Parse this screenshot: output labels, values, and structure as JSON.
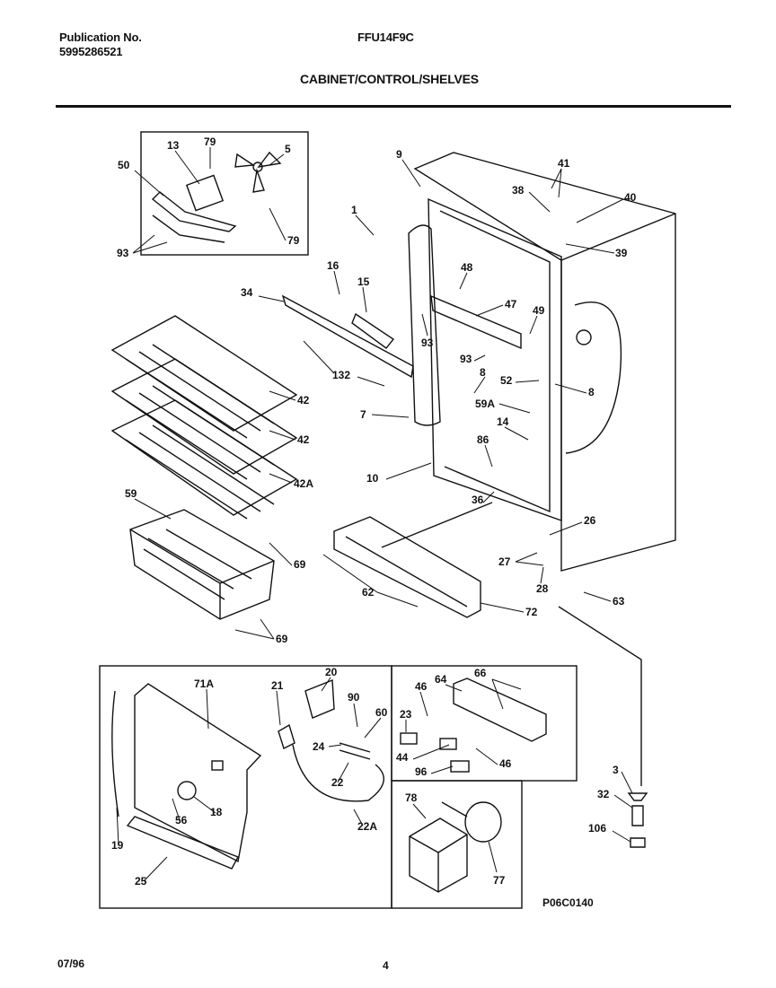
{
  "header": {
    "publication_label": "Publication No.",
    "publication_number": "5995286521",
    "model": "FFU14F9C",
    "section_title": "CABINET/CONTROL/SHELVES"
  },
  "footer": {
    "date": "07/96",
    "page_number": "4",
    "diagram_code": "P06C0140"
  },
  "parts": {
    "p13": "13",
    "p79a": "79",
    "p5": "5",
    "p50": "50",
    "p93a": "93",
    "p79b": "79",
    "p9": "9",
    "p1": "1",
    "p16": "16",
    "p15": "15",
    "p34": "34",
    "p48": "48",
    "p47": "47",
    "p49": "49",
    "p93b": "93",
    "p93c": "93",
    "p8a": "8",
    "p52": "52",
    "p59a": "59A",
    "p8b": "8",
    "p14": "14",
    "p132": "132",
    "p7": "7",
    "p41": "41",
    "p38": "38",
    "p40": "40",
    "p39": "39",
    "p42a": "42",
    "p42b": "42",
    "p42c": "42A",
    "p10": "10",
    "p86": "86",
    "p36": "36",
    "p59": "59",
    "p69a": "69",
    "p69b": "69",
    "p62": "62",
    "p72": "72",
    "p26": "26",
    "p27": "27",
    "p28": "28",
    "p63": "63",
    "p71a": "71A",
    "p21": "21",
    "p20": "20",
    "p90": "90",
    "p60": "60",
    "p24": "24",
    "p22": "22",
    "p22a": "22A",
    "p19": "19",
    "p56": "56",
    "p18": "18",
    "p25": "25",
    "p46a": "46",
    "p64": "64",
    "p66": "66",
    "p23": "23",
    "p44": "44",
    "p96": "96",
    "p46b": "46",
    "p78": "78",
    "p77": "77",
    "p3": "3",
    "p32": "32",
    "p106": "106"
  }
}
